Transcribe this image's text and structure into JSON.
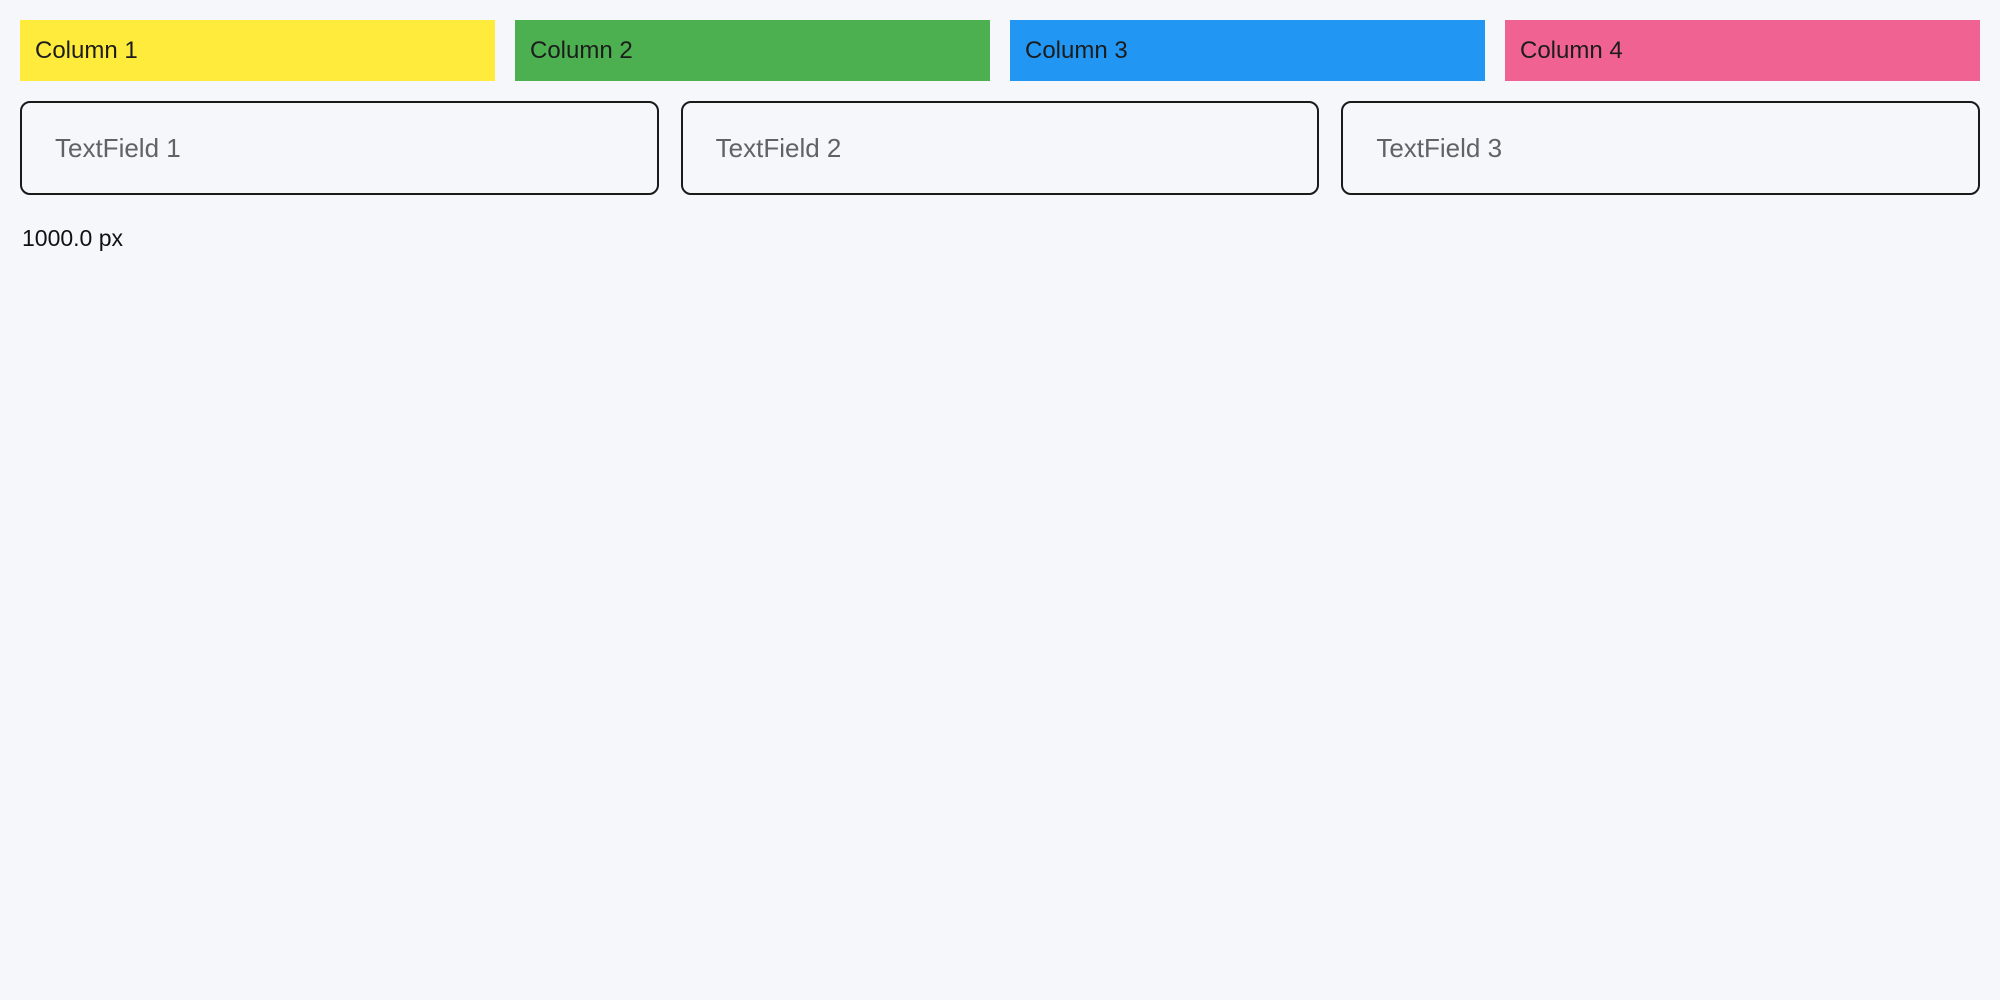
{
  "columns": {
    "items": [
      {
        "label": "Column 1",
        "color": "#FFEB3B"
      },
      {
        "label": "Column 2",
        "color": "#4CAF50"
      },
      {
        "label": "Column 3",
        "color": "#2196F3"
      },
      {
        "label": "Column 4",
        "color": "#F06292"
      }
    ]
  },
  "textfields": {
    "items": [
      {
        "placeholder": "TextField 1",
        "value": ""
      },
      {
        "placeholder": "TextField 2",
        "value": ""
      },
      {
        "placeholder": "TextField 3",
        "value": ""
      }
    ]
  },
  "footer": {
    "width_label": "1000.0 px"
  }
}
